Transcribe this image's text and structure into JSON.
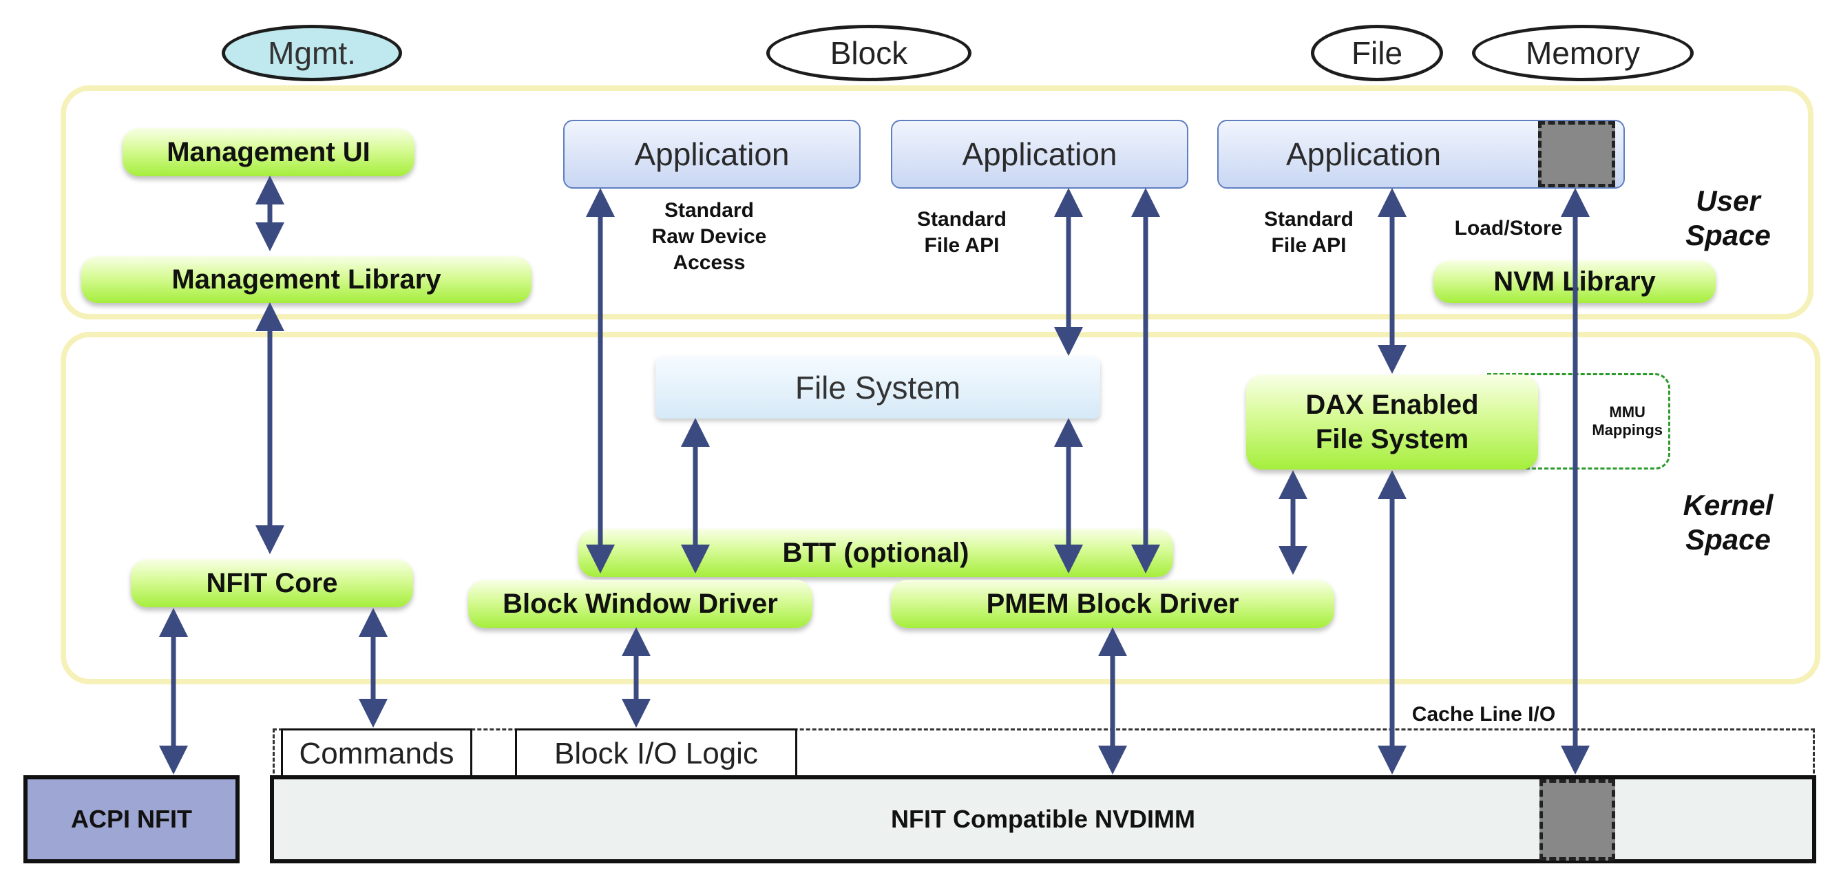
{
  "categories": {
    "mgmt": "Mgmt.",
    "block": "Block",
    "file": "File",
    "memory": "Memory"
  },
  "user_space": {
    "label": "User\nSpace",
    "management_ui": "Management UI",
    "management_library": "Management Library",
    "app1": "Application",
    "app2": "Application",
    "app3": "Application",
    "raw_access": "Standard\nRaw Device\nAccess",
    "file_api_1": "Standard\nFile API",
    "file_api_2": "Standard\nFile API",
    "load_store": "Load/Store",
    "nvm_library": "NVM Library"
  },
  "kernel_space": {
    "label": "Kernel\nSpace",
    "file_system": "File System",
    "dax_fs": "DAX Enabled\nFile System",
    "mmu": "MMU\nMappings",
    "btt": "BTT (optional)",
    "nfit_core": "NFIT Core",
    "block_window_driver": "Block Window Driver",
    "pmem_block_driver": "PMEM Block Driver"
  },
  "hardware": {
    "commands": "Commands",
    "block_io_logic": "Block I/O Logic",
    "cache_line_io": "Cache Line I/O",
    "acpi_nfit": "ACPI NFIT",
    "nvdimm": "NFIT Compatible NVDIMM"
  },
  "colors": {
    "arrow": "#3b4a80",
    "region_border": "#f6f1b8",
    "green_top": "#d9fb9a",
    "green_bottom": "#a5ee3c",
    "app_blue": "#c9d7f3",
    "acpi_fill": "#9ea6d4",
    "memory_chip": "#888888"
  }
}
